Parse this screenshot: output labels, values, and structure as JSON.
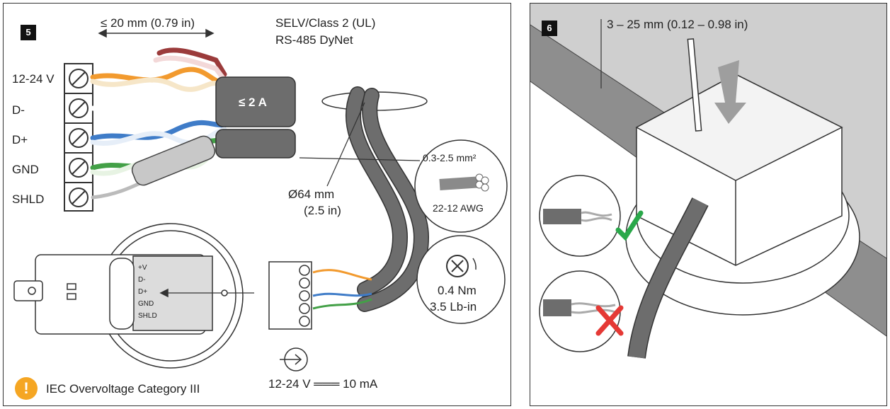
{
  "step5": {
    "step_number": "5",
    "strip_length": "≤ 20 mm (0.79 in)",
    "protocol_line1": "SELV/Class 2 (UL)",
    "protocol_line2": "RS-485 DyNet",
    "terminals": [
      "12-24 V",
      "D-",
      "D+",
      "GND",
      "SHLD"
    ],
    "current_limit": "≤ 2 A",
    "hole_diameter": "Ø64 mm",
    "hole_diameter_in": "(2.5 in)",
    "wire_size": "0.3-2.5 mm²",
    "wire_gauge": "22-12 AWG",
    "torque_nm": "0.4 Nm",
    "torque_lbin": "3.5 Lb-in",
    "module_labels": [
      "+V",
      "D-",
      "D+",
      "GND",
      "SHLD"
    ],
    "supply": "12-24 V ═══ 10 mA",
    "overvoltage_note": "IEC Overvoltage Category III",
    "warning_symbol": "!"
  },
  "step6": {
    "step_number": "6",
    "ceiling_thickness": "3 – 25 mm (0.12 – 0.98 in)"
  },
  "icons": [
    "warning-icon",
    "screw-icon",
    "arrow-in-icon",
    "check-icon",
    "cross-icon"
  ],
  "colors": {
    "warning": "#f5a623",
    "check": "#2aa84a",
    "cross": "#e53935",
    "cable": "#6d6d6d"
  }
}
